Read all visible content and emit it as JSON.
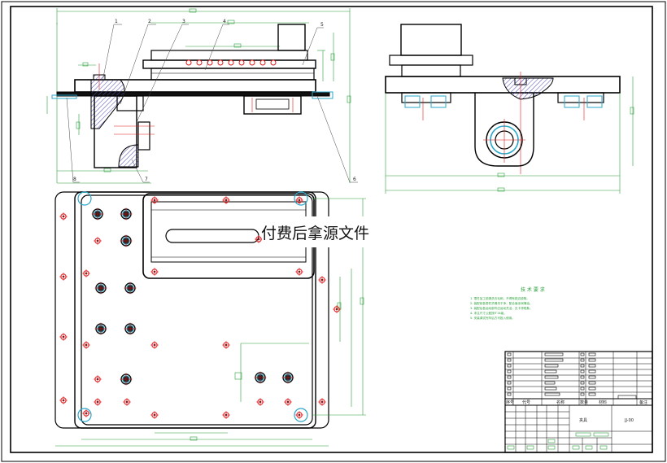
{
  "drawing": {
    "part_callouts": [
      "1",
      "2",
      "3",
      "4",
      "5",
      "6",
      "7",
      "8"
    ],
    "watermark_text": "付费后拿源文件"
  },
  "technical_requirements": {
    "title": "技 术 要 求",
    "lines": [
      "1. 零件加工前清洗去毛刺，不得有锐边锐角。",
      "2. 装配前各零件须清洗干净，配合面涂润滑油。",
      "3. 装配后各运动部件应运动灵活，无卡滞现象。",
      "4. 未注尺寸公差按IT14级。",
      "5. 安装调试完毕后方可投入使用。"
    ]
  },
  "title_block": {
    "col_seq": "序号",
    "col_code": "代号",
    "col_name": "名称",
    "col_qty": "数量",
    "col_material": "材料",
    "col_note": "备注",
    "drawing_name": "夹具",
    "drawing_number": "JJ-00"
  },
  "colors": {
    "outline": "#000000",
    "dimension": "#2aa03a",
    "leader": "#444444",
    "hole_center": "#e0191b",
    "cyan_ring": "#2aa7c9",
    "section_hatch": "#4a4ab8"
  }
}
